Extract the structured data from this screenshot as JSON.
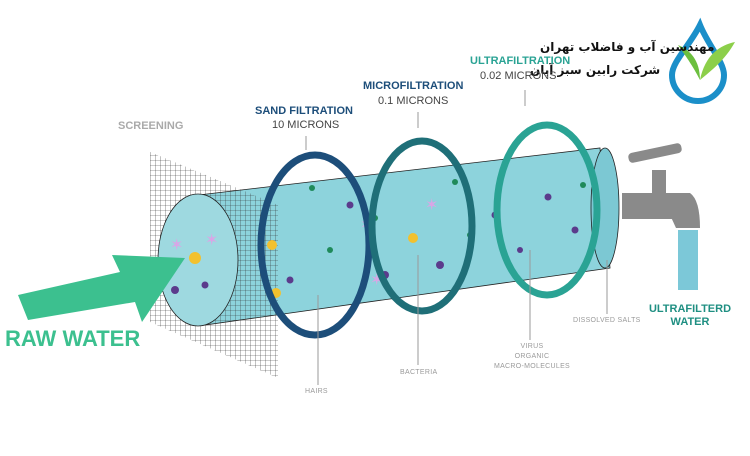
{
  "company": {
    "line1": "مهندسين آب و فاضلاب تهران",
    "line2": "شركت رابين سبز آبان"
  },
  "stages": {
    "screening": {
      "title": "SCREENING"
    },
    "sand": {
      "title": "SAND FILTRATION",
      "size": "10 MICRONS"
    },
    "micro": {
      "title": "MICROFILTRATION",
      "size": "0.1 MICRONS"
    },
    "ultra": {
      "title": "ULTRAFILTRATION",
      "size": "0.02 MICRONS"
    }
  },
  "removed": {
    "hairs": "HAIRS",
    "bacteria": "BACTERIA",
    "virus": [
      "VIRUS",
      "ORGANIC",
      "MACRO-MOLECULES"
    ],
    "salts": "DISSOLVED SALTS"
  },
  "input": "RAW WATER",
  "output": [
    "ULTRAFILTERD",
    "WATER"
  ],
  "colors": {
    "sand": "#1d4e7a",
    "micro": "#1f6f78",
    "ultra": "#2aa394",
    "raw": "#3cc08f",
    "pipe": "#8dd3dc"
  }
}
